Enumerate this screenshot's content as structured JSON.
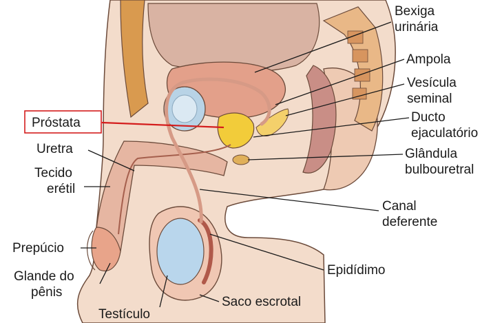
{
  "labels": {
    "bexiga_1": "Bexiga",
    "bexiga_2": "urinária",
    "ampola": "Ampola",
    "vesicula_1": "Vesícula",
    "vesicula_2": "seminal",
    "ducto_1": "Ducto",
    "ducto_2": "ejaculatório",
    "glandula_1": "Glândula",
    "glandula_2": "bulbouretral",
    "canal_1": "Canal",
    "canal_2": "deferente",
    "epididimo": "Epidídimo",
    "saco": "Saco escrotal",
    "testiculo": "Testículo",
    "glande_1": "Glande do",
    "glande_2": "pênis",
    "prepucio": "Prepúcio",
    "tecido_1": "Tecido",
    "tecido_2": "erétil",
    "uretra": "Uretra",
    "prostata": "Próstata"
  },
  "highlight": {
    "label": "Próstata",
    "color": "#d41c1c"
  }
}
